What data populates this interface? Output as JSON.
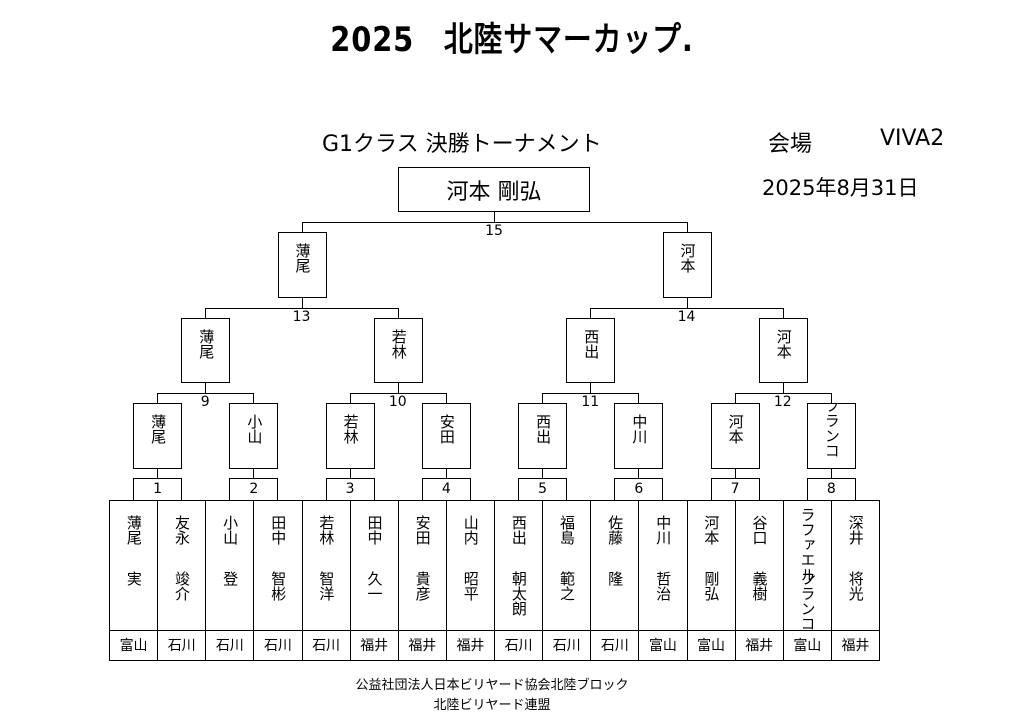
{
  "title": "2025　北陸サマーカップ.",
  "subtitle": "G1クラス 決勝トーナメント",
  "venue_label": "会場",
  "venue": "VIVA2",
  "date": "2025年8月31日",
  "champion": "河本 剛弘",
  "players": [
    {
      "surname": "薄尾",
      "given": "実",
      "pref": "富山"
    },
    {
      "surname": "友永",
      "given": "竣介",
      "pref": "石川"
    },
    {
      "surname": "小山",
      "given": "登",
      "pref": "石川"
    },
    {
      "surname": "田中",
      "given": "智彬",
      "pref": "石川"
    },
    {
      "surname": "若林",
      "given": "智洋",
      "pref": "石川"
    },
    {
      "surname": "田中",
      "given": "久一",
      "pref": "福井"
    },
    {
      "surname": "安田",
      "given": "貴彦",
      "pref": "福井"
    },
    {
      "surname": "山内",
      "given": "昭平",
      "pref": "福井"
    },
    {
      "surname": "西出",
      "given": "朝太朗",
      "pref": "石川"
    },
    {
      "surname": "福島",
      "given": "範之",
      "pref": "石川"
    },
    {
      "surname": "佐藤",
      "given": "隆",
      "pref": "石川"
    },
    {
      "surname": "中川",
      "given": "哲治",
      "pref": "富山"
    },
    {
      "surname": "河本",
      "given": "剛弘",
      "pref": "富山"
    },
    {
      "surname": "谷口",
      "given": "義樹",
      "pref": "福井"
    },
    {
      "surname": "ラファエル",
      "given": "フランコ",
      "pref": "富山"
    },
    {
      "surname": "深井",
      "given": "将光",
      "pref": "福井"
    }
  ],
  "rounds": [
    {
      "matches": [
        "1",
        "2",
        "3",
        "4",
        "5",
        "6",
        "7",
        "8"
      ],
      "winners": [
        "薄尾",
        "小山",
        "若林",
        "安田",
        "西出",
        "中川",
        "河本",
        "フランコ"
      ]
    },
    {
      "matches": [
        "9",
        "10",
        "11",
        "12"
      ],
      "winners": [
        "薄尾",
        "若林",
        "西出",
        "河本"
      ]
    },
    {
      "matches": [
        "13",
        "14"
      ],
      "winners": [
        "薄尾",
        "河本"
      ]
    },
    {
      "matches": [
        "15"
      ],
      "winners": []
    }
  ],
  "footer": [
    "公益社団法人日本ビリヤード協会北陸ブロック",
    "北陸ビリヤード連盟"
  ]
}
